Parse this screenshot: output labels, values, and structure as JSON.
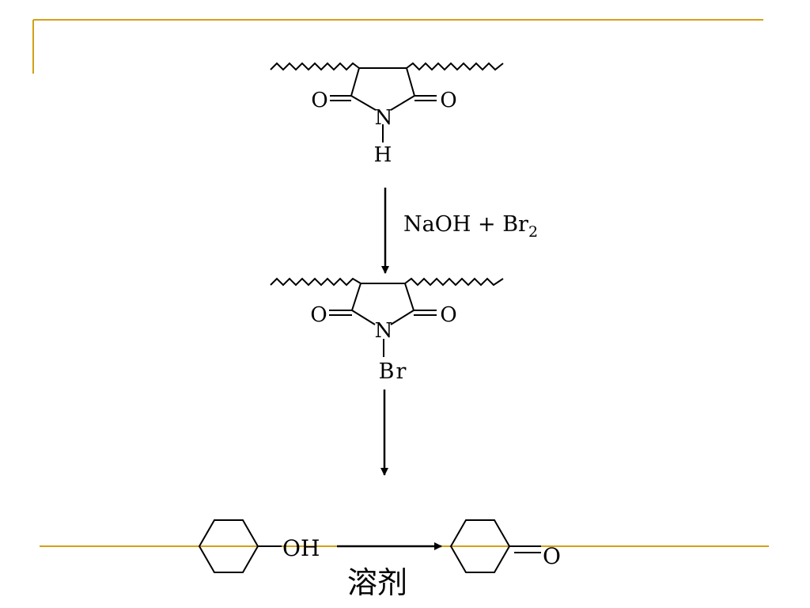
{
  "slide": {
    "accent_color": "#D4A017",
    "ink_color": "#000000"
  },
  "reactant": {
    "atoms": {
      "o_left": "O",
      "o_right": "O",
      "n": "N",
      "h": "H"
    }
  },
  "reagent": {
    "label": "NaOH + Br",
    "subscript": "2"
  },
  "product": {
    "atoms": {
      "o_left": "O",
      "o_right": "O",
      "n": "N",
      "br": "Br"
    }
  },
  "oxidation": {
    "substrate_group": "OH",
    "product_group": "O",
    "solvent_label": "溶剂"
  },
  "icons": [
    "down-arrow-icon",
    "right-arrow-icon",
    "wavy-chain-icon"
  ]
}
